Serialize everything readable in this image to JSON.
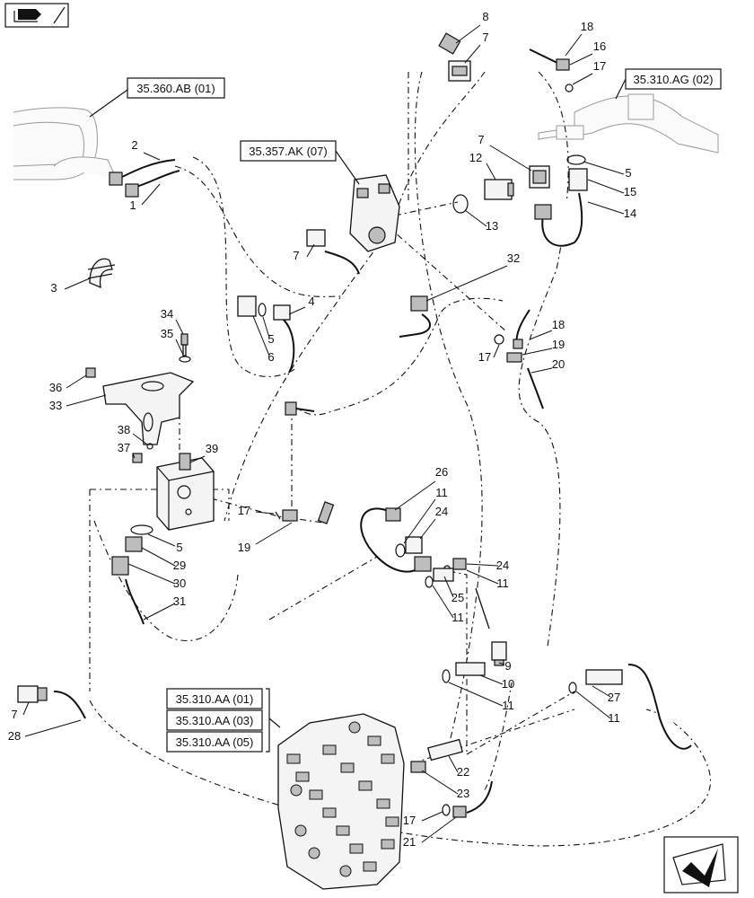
{
  "reference_boxes": [
    {
      "id": "ref-35-360-ab-01",
      "label": "35.360.AB (01)"
    },
    {
      "id": "ref-35-357-ak-07",
      "label": "35.357.AK (07)"
    },
    {
      "id": "ref-35-310-ag-02",
      "label": "35.310.AG (02)"
    },
    {
      "id": "ref-35-310-aa-01",
      "label": "35.310.AA (01)"
    },
    {
      "id": "ref-35-310-aa-03",
      "label": "35.310.AA (03)"
    },
    {
      "id": "ref-35-310-aa-05",
      "label": "35.310.AA (05)"
    }
  ],
  "callouts": [
    "8",
    "7",
    "18",
    "16",
    "17",
    "2",
    "1",
    "3",
    "12",
    "7",
    "13",
    "5",
    "15",
    "14",
    "7",
    "32",
    "4",
    "5",
    "6",
    "34",
    "35",
    "36",
    "33",
    "18",
    "19",
    "17",
    "20",
    "38",
    "37",
    "39",
    "26",
    "11",
    "24",
    "17",
    "19",
    "5",
    "29",
    "30",
    "31",
    "24",
    "25",
    "11",
    "11",
    "9",
    "10",
    "11",
    "27",
    "11",
    "7",
    "28",
    "22",
    "23",
    "17",
    "21"
  ],
  "icons": {
    "top_left": "book-arrow-icon",
    "bottom_right": "next-page-arrow-icon"
  }
}
